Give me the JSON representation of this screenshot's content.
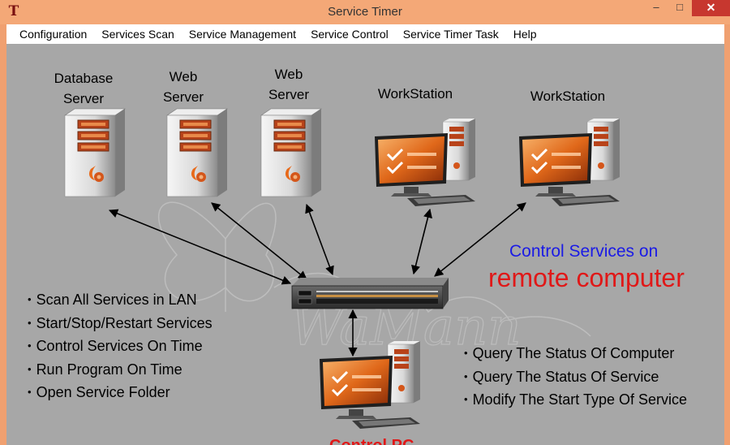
{
  "window": {
    "title": "Service Timer",
    "app_icon": "T",
    "close_glyph": "✕",
    "min_glyph": "–",
    "max_glyph": "□"
  },
  "menu": [
    "Configuration",
    "Services Scan",
    "Service Management",
    "Service Control",
    "Service Timer Task",
    "Help"
  ],
  "nodes": {
    "database_server": [
      "Database",
      "Server"
    ],
    "web_server_1": [
      "Web",
      "Server"
    ],
    "web_server_2": [
      "Web",
      "Server"
    ],
    "workstation_1": "WorkStation",
    "workstation_2": "WorkStation",
    "control_pc": "Control PC"
  },
  "headline": {
    "line1": "Control Services on",
    "line2": "remote computer"
  },
  "features_left": [
    "Scan All Services in LAN",
    "Start/Stop/Restart Services",
    "Control Services On Time",
    "Run Program On Time",
    "Open Service Folder"
  ],
  "features_right": [
    "Query The Status Of Computer",
    "Query The Status Of Service",
    "Modify The Start Type Of Service"
  ],
  "colors": {
    "title_bg": "#f4a877",
    "canvas_bg": "#a7a7a7",
    "headline_blue": "#1a1ae6",
    "headline_red": "#e01818",
    "accent_orange": "#e8741e"
  },
  "icons": [
    "server-tower-icon",
    "workstation-icon",
    "network-switch-icon",
    "checkmark-icon",
    "butterfly-watermark-icon"
  ]
}
